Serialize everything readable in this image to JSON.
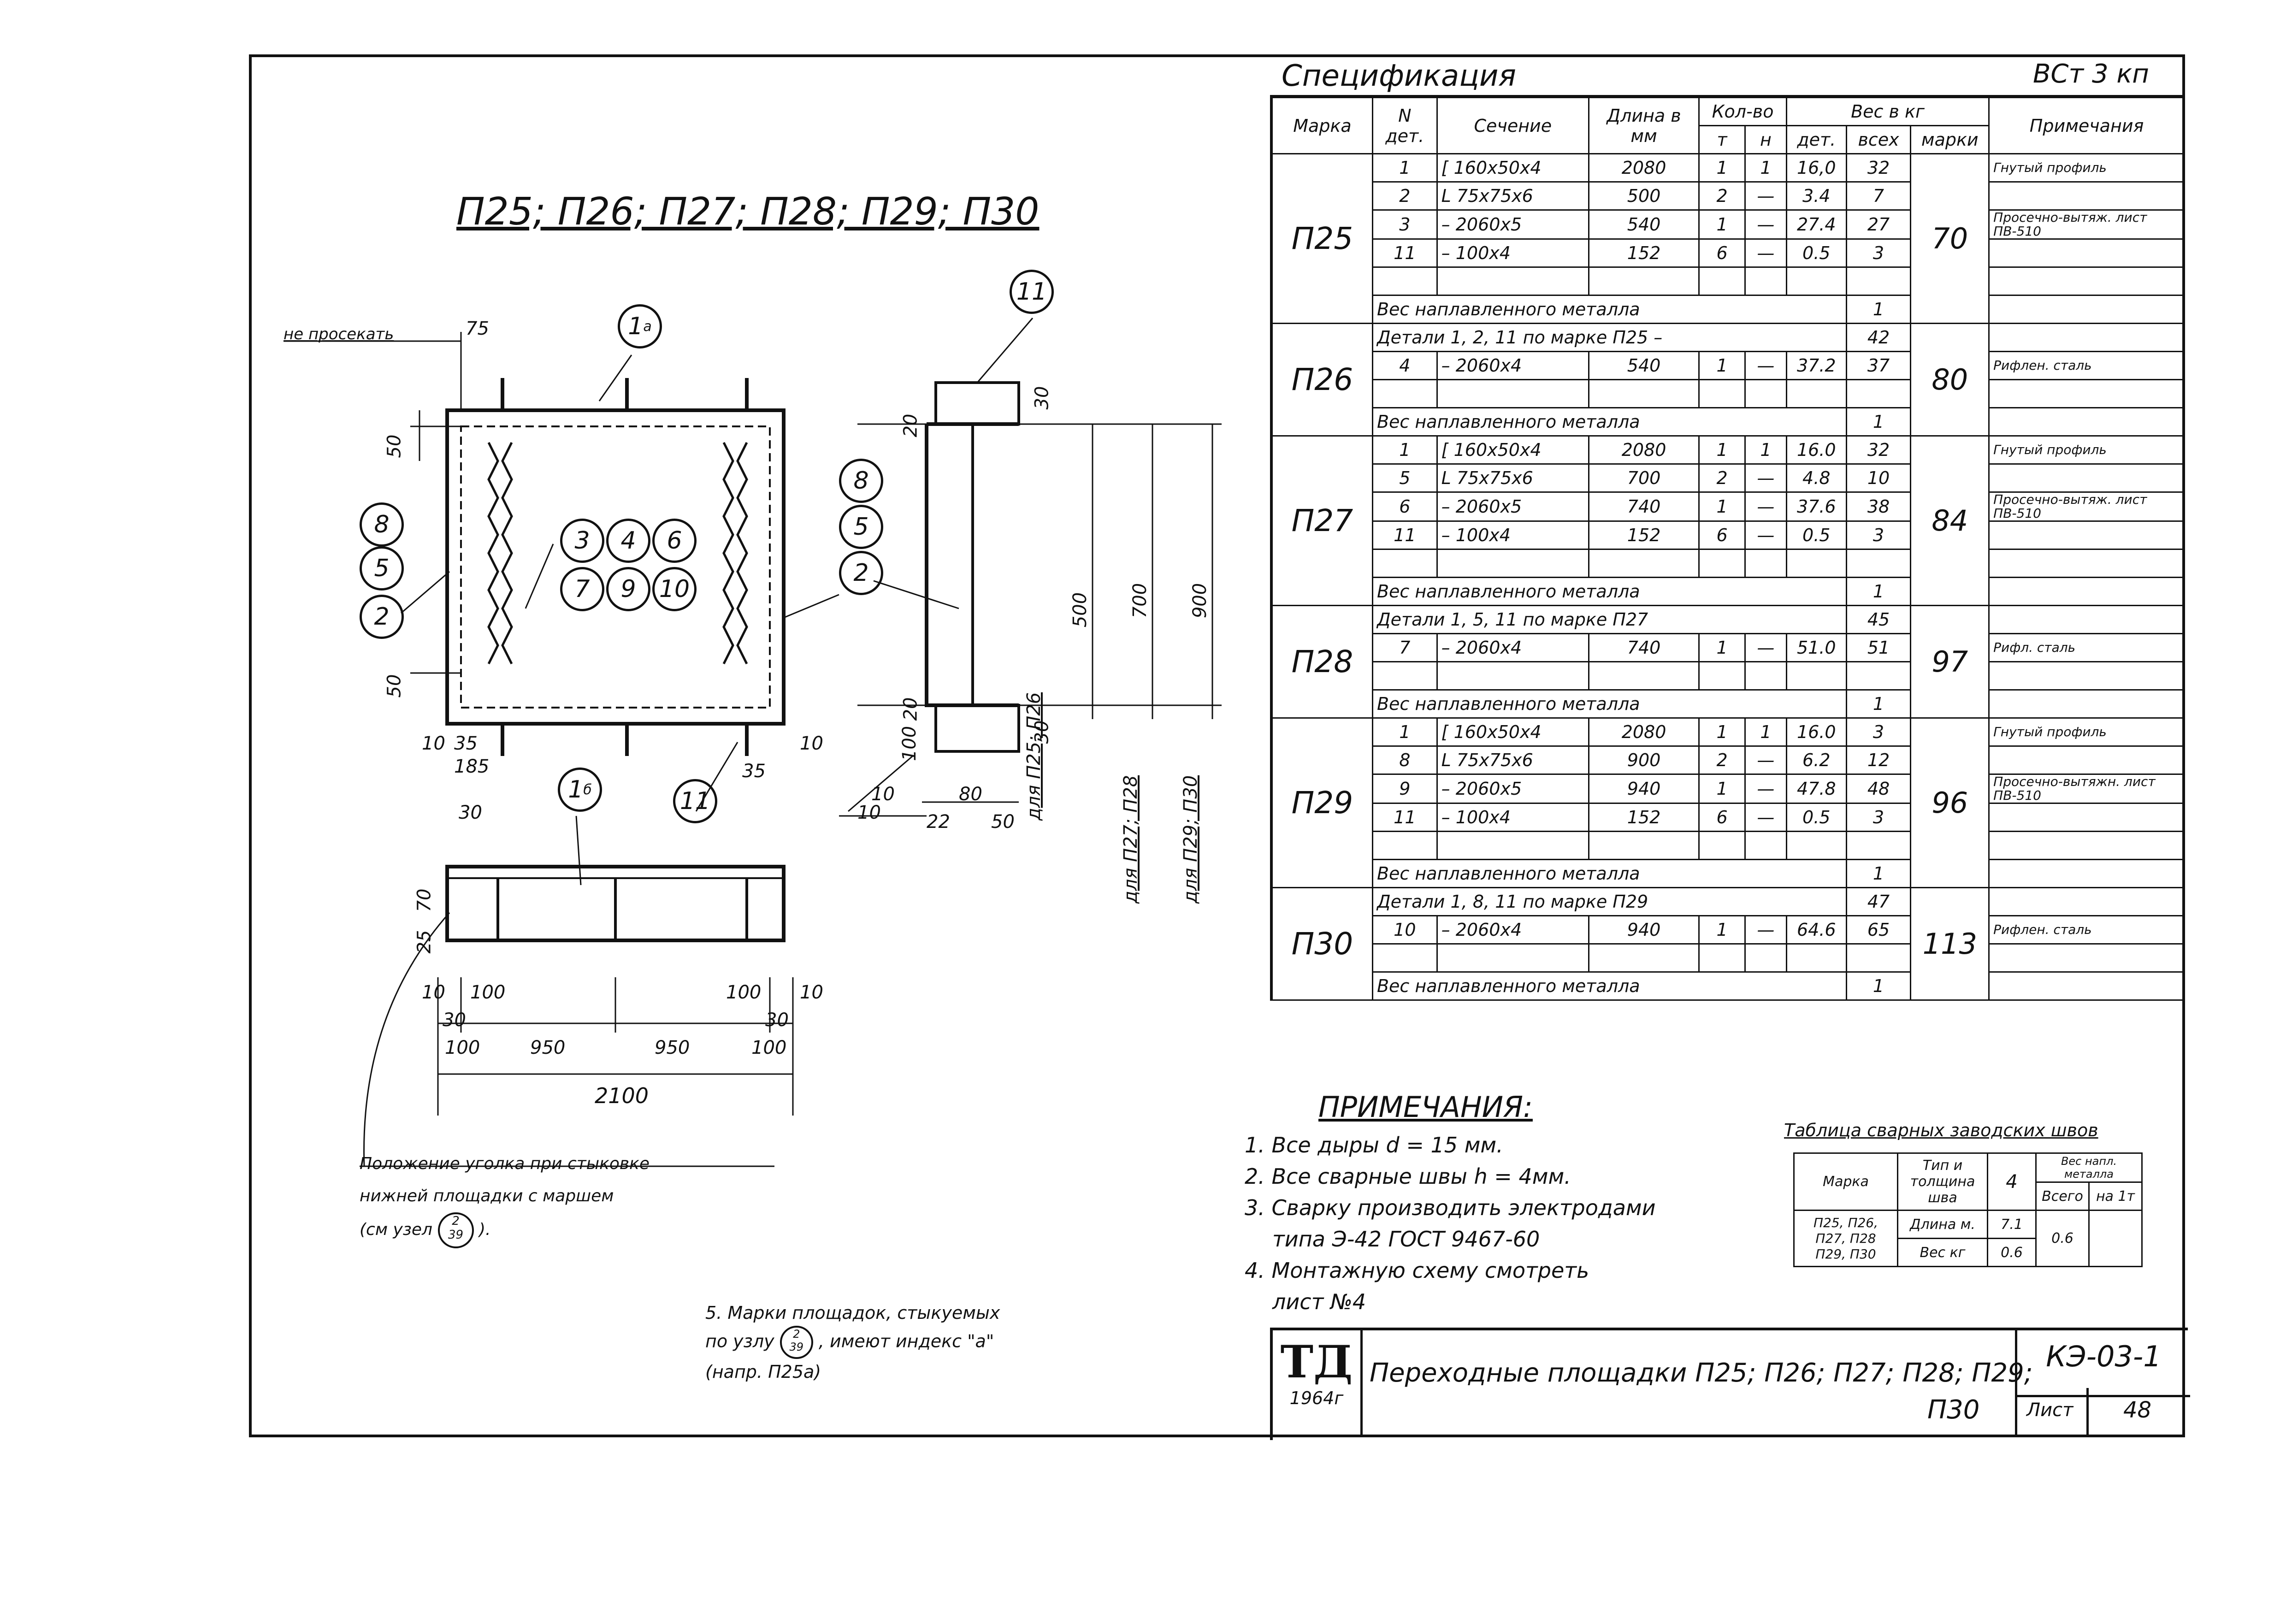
{
  "drawing": {
    "title": "П25; П26; П27; П28; П29; П30",
    "note_no_cut": "не просекать",
    "note_angle_position": [
      "Положение уголка при стыковке",
      "нижней площадки с маршем",
      "(см узел",
      ")."
    ],
    "node_ref": {
      "num": "2",
      "den": "39"
    },
    "note_5": [
      "5. Марки площадок, стыкуемых",
      "по узлу",
      ", имеют индекс \"а\"",
      "(напр. П25а)"
    ],
    "note5_node": {
      "num": "2",
      "den": "39"
    },
    "dimensions": {
      "d75": "75",
      "d50a": "50",
      "d50b": "50",
      "d10a": "10",
      "d35a": "35",
      "d185": "185",
      "d30a": "30",
      "d35b": "35",
      "d10b": "10",
      "d70": "70",
      "d25": "25",
      "bottom_row1": [
        "10",
        "100",
        "100",
        "10"
      ],
      "bottom_row2": [
        "30",
        "30"
      ],
      "bottom_row3": [
        "100",
        "950",
        "950",
        "100"
      ],
      "total": "2100",
      "side_30a": "30",
      "side_20a": "20",
      "side_20b": "20",
      "side_100": "100",
      "side_30b": "30",
      "side_10a": "10",
      "side_10b": "10",
      "side_22": "22",
      "side_80": "80",
      "side_50": "50",
      "v500": "500",
      "v700": "700",
      "v900": "900",
      "for_p25": "для П25; П26",
      "for_p27": "для П27; П28",
      "for_p29": "для П29; П30"
    },
    "callouts": {
      "c1a": "1",
      "c1a_sup": "а",
      "c1b": "1",
      "c1b_sup": "б",
      "c11a": "11",
      "c11b": "11",
      "left": [
        "8",
        "5",
        "2"
      ],
      "right": [
        "8",
        "5",
        "2"
      ],
      "center": [
        "3",
        "4",
        "6",
        "7",
        "9",
        "10"
      ]
    }
  },
  "spec": {
    "title": "Спецификация",
    "steel": "ВСт 3 кп",
    "headers": {
      "marka": "Марка",
      "n_det": "N дет.",
      "section": "Сечение",
      "length": "Длина в мм",
      "qty": "Кол-во",
      "qty_t": "т",
      "qty_n": "н",
      "weight": "Вес в кг",
      "w_det": "дет.",
      "w_all": "всех",
      "w_marki": "марки",
      "note": "Примечания"
    },
    "groups": [
      {
        "marka": "П25",
        "total": "70",
        "rows": [
          {
            "n": "1",
            "section": "[ 160х50х4",
            "length": "2080",
            "t": "1",
            "h": "1",
            "det": "16,0",
            "all": "32",
            "note": "Гнутый профиль"
          },
          {
            "n": "2",
            "section": "L 75х75х6",
            "length": "500",
            "t": "2",
            "h": "—",
            "det": "3.4",
            "all": "7",
            "note": ""
          },
          {
            "n": "3",
            "section": "– 2060х5",
            "length": "540",
            "t": "1",
            "h": "—",
            "det": "27.4",
            "all": "27",
            "note": "Просечно-вытяж. лист ПВ-510"
          },
          {
            "n": "11",
            "section": "– 100х4",
            "length": "152",
            "t": "6",
            "h": "—",
            "det": "0.5",
            "all": "3",
            "note": ""
          },
          {
            "n": "",
            "section": "",
            "length": "",
            "t": "",
            "h": "",
            "det": "",
            "all": "",
            "note": ""
          },
          {
            "span": "Вес наплавленного металла",
            "all": "1"
          }
        ]
      },
      {
        "marka": "П26",
        "total": "80",
        "rows": [
          {
            "span": "Детали 1, 2, 11 по марке П25 –",
            "all": "42"
          },
          {
            "n": "4",
            "section": "– 2060х4",
            "length": "540",
            "t": "1",
            "h": "—",
            "det": "37.2",
            "all": "37",
            "note": "Рифлен. сталь"
          },
          {
            "n": "",
            "section": "",
            "length": "",
            "t": "",
            "h": "",
            "det": "",
            "all": "",
            "note": ""
          },
          {
            "span": "Вес наплавленного металла",
            "all": "1"
          }
        ]
      },
      {
        "marka": "П27",
        "total": "84",
        "rows": [
          {
            "n": "1",
            "section": "[ 160х50х4",
            "length": "2080",
            "t": "1",
            "h": "1",
            "det": "16.0",
            "all": "32",
            "note": "Гнутый профиль"
          },
          {
            "n": "5",
            "section": "L 75х75х6",
            "length": "700",
            "t": "2",
            "h": "—",
            "det": "4.8",
            "all": "10",
            "note": ""
          },
          {
            "n": "6",
            "section": "– 2060х5",
            "length": "740",
            "t": "1",
            "h": "—",
            "det": "37.6",
            "all": "38",
            "note": "Просечно-вытяж. лист ПВ-510"
          },
          {
            "n": "11",
            "section": "– 100х4",
            "length": "152",
            "t": "6",
            "h": "—",
            "det": "0.5",
            "all": "3",
            "note": ""
          },
          {
            "n": "",
            "section": "",
            "length": "",
            "t": "",
            "h": "",
            "det": "",
            "all": "",
            "note": ""
          },
          {
            "span": "Вес наплавленного металла",
            "all": "1"
          }
        ]
      },
      {
        "marka": "П28",
        "total": "97",
        "rows": [
          {
            "span": "Детали 1, 5, 11 по марке П27",
            "all": "45"
          },
          {
            "n": "7",
            "section": "– 2060х4",
            "length": "740",
            "t": "1",
            "h": "—",
            "det": "51.0",
            "all": "51",
            "note": "Рифл. сталь"
          },
          {
            "n": "",
            "section": "",
            "length": "",
            "t": "",
            "h": "",
            "det": "",
            "all": "",
            "note": ""
          },
          {
            "span": "Вес наплавленного металла",
            "all": "1"
          }
        ]
      },
      {
        "marka": "П29",
        "total": "96",
        "rows": [
          {
            "n": "1",
            "section": "[ 160х50х4",
            "length": "2080",
            "t": "1",
            "h": "1",
            "det": "16.0",
            "all": "3",
            "note": "Гнутый профиль"
          },
          {
            "n": "8",
            "section": "L 75х75х6",
            "length": "900",
            "t": "2",
            "h": "—",
            "det": "6.2",
            "all": "12",
            "note": ""
          },
          {
            "n": "9",
            "section": "– 2060х5",
            "length": "940",
            "t": "1",
            "h": "—",
            "det": "47.8",
            "all": "48",
            "note": "Просечно-вытяжн. лист ПВ-510"
          },
          {
            "n": "11",
            "section": "– 100х4",
            "length": "152",
            "t": "6",
            "h": "—",
            "det": "0.5",
            "all": "3",
            "note": ""
          },
          {
            "n": "",
            "section": "",
            "length": "",
            "t": "",
            "h": "",
            "det": "",
            "all": "",
            "note": ""
          },
          {
            "span": "Вес наплавленного металла",
            "all": "1"
          }
        ]
      },
      {
        "marka": "П30",
        "total": "113",
        "rows": [
          {
            "span": "Детали 1, 8, 11 по марке П29",
            "all": "47"
          },
          {
            "n": "10",
            "section": "– 2060х4",
            "length": "940",
            "t": "1",
            "h": "—",
            "det": "64.6",
            "all": "65",
            "note": "Рифлен. сталь"
          },
          {
            "n": "",
            "section": "",
            "length": "",
            "t": "",
            "h": "",
            "det": "",
            "all": "",
            "note": ""
          },
          {
            "span": "Вес наплавленного металла",
            "all": "1"
          }
        ]
      }
    ]
  },
  "notes": {
    "title": "ПРИМЕЧАНИЯ:",
    "items": [
      "1. Все дыры d = 15 мм.",
      "2. Все сварные швы h = 4мм.",
      "3. Сварку производить электродами",
      "типа Э-42 ГОСТ 9467-60",
      "4. Монтажную схему смотреть",
      "лист №4"
    ]
  },
  "weld_table": {
    "title": "Таблица сварных заводских швов",
    "h_marka": "Марка",
    "h_type": "Тип и толщина шва",
    "h_weight": "Вес напл. металла",
    "h_all": "Всего",
    "h_per": "на 1т",
    "type_thick": "4",
    "marks": [
      "П25, П26,",
      "П27, П28",
      "П29, П30"
    ],
    "len_label": "Длина м.",
    "len_val": "7.1",
    "w_label": "Вес кг",
    "w_val": "0.6",
    "total_val": "0.6"
  },
  "title_block": {
    "logo": "ТД",
    "year": "1964г",
    "name": "Переходные площадки П25; П26; П27; П28; П29;",
    "name2": "П30",
    "code": "КЭ-03-1",
    "sheet_label": "Лист",
    "sheet_no": "48"
  }
}
